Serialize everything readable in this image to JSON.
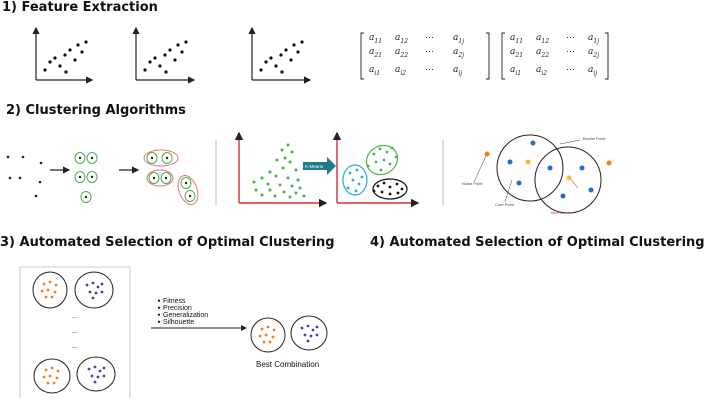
{
  "sections": {
    "s1": "1) Feature Extraction",
    "s2": "2) Clustering Algorithms",
    "s3": "3) Automated Selection of Optimal Clustering",
    "s4": "4) Automated Selection of Optimal Clustering"
  },
  "matrix": {
    "r1": [
      "a",
      "a",
      "⋯",
      "a"
    ],
    "r1_sub": [
      "11",
      "12",
      "",
      "1j"
    ],
    "r2_sub": [
      "21",
      "22",
      "",
      "2j"
    ],
    "r3_sub": [
      "i1",
      "i2",
      "",
      "ij"
    ]
  },
  "kmeans_label": "K-Means",
  "dbscan": {
    "border": "Border Point",
    "noise": "Noise Point",
    "core": "Core Point",
    "minpts": "minPts = 4"
  },
  "ellipsis": "...",
  "metrics": [
    "Fitness",
    "Precision",
    "Generalization",
    "Silhouette"
  ],
  "best": "Best Combination",
  "colors": {
    "green": "#4caf50",
    "red_ring": "#e57373",
    "orange": "#f47c20",
    "purple": "#4b3fa3",
    "blue": "#1f6fc5",
    "cyan": "#29a8e0",
    "yellow": "#f6c026",
    "teal_arrow": "#1e7a8a"
  }
}
